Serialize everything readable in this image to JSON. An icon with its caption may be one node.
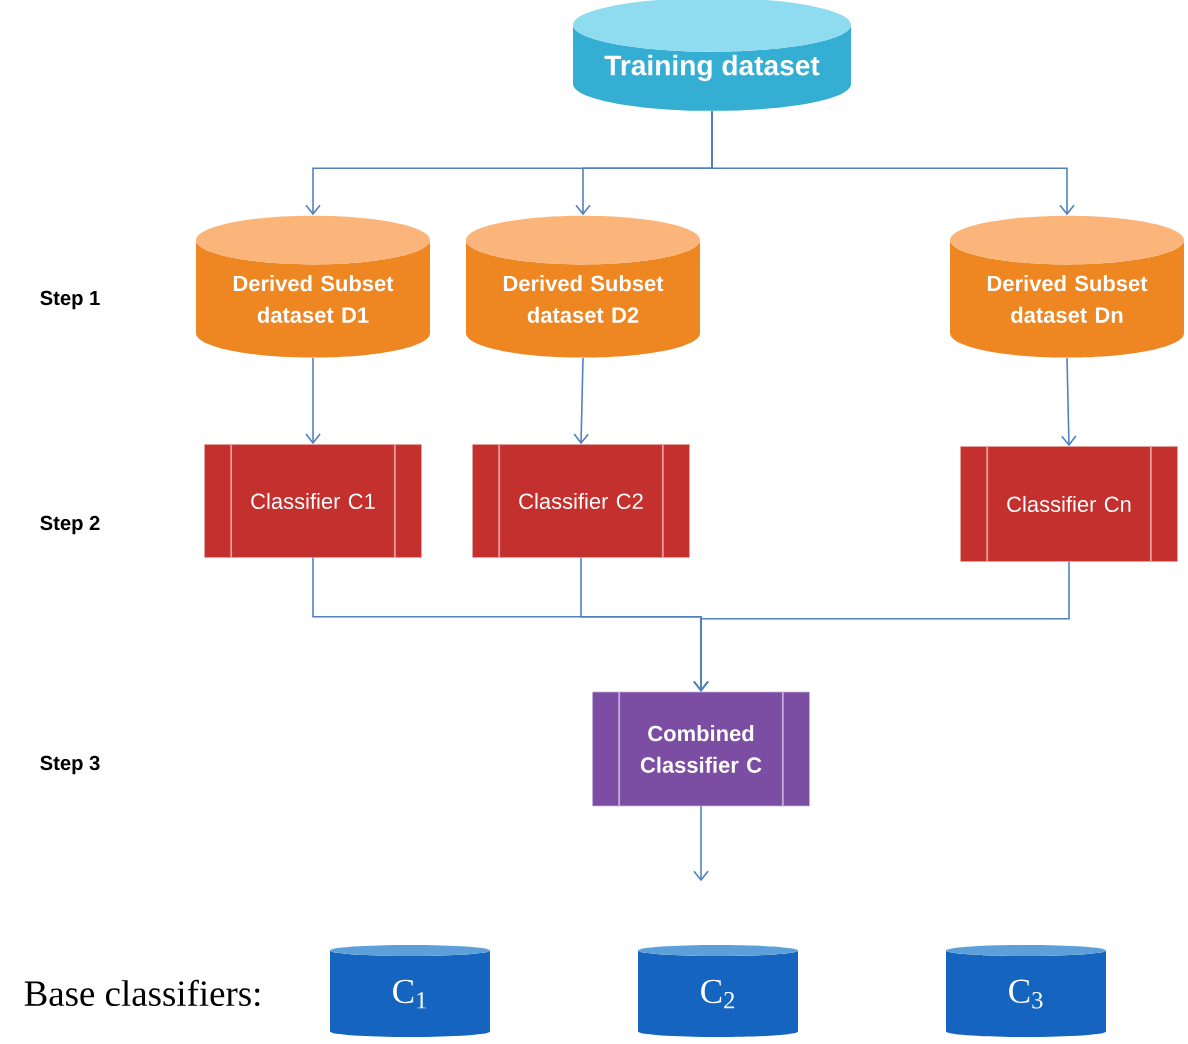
{
  "diagram": {
    "nodes": [
      {
        "text": [
          "Training dataset"
        ]
      },
      {
        "text": [
          "Derived Subset dataset D1"
        ]
      },
      {
        "text": [
          "Derived Subset dataset D2"
        ]
      },
      {
        "text": [
          "Derived Subset dataset Dn"
        ]
      },
      {
        "text": [
          "Classifier C1"
        ]
      },
      {
        "text": [
          "Classifier C2"
        ]
      },
      {
        "text": [
          "Classifier Cn"
        ]
      },
      {
        "text": [
          "Combined Classifier C"
        ]
      },
      {
        "text": [
          "C$_{1}$"
        ]
      },
      {
        "text": [
          "C$_{2}$"
        ]
      },
      {
        "text": [
          "C$_{3}$"
        ]
      }
    ],
    "edges": [
      {
        "from": 0,
        "to": 1,
        "arrow": "to"
      },
      {
        "from": 0,
        "to": 2,
        "arrow": "to"
      },
      {
        "from": 0,
        "to": 3,
        "arrow": "to"
      },
      {
        "from": 1,
        "to": 4,
        "arrow": "to"
      },
      {
        "from": 2,
        "to": 5,
        "arrow": "to"
      },
      {
        "from": 3,
        "to": 6,
        "arrow": "to"
      },
      {
        "from": 4,
        "to": 7,
        "arrow": "to"
      },
      {
        "from": 5,
        "to": 7,
        "arrow": "to"
      },
      {
        "from": 6,
        "to": 7,
        "arrow": "to"
      },
      {
        "from": 7,
        "to": null,
        "arrow": "to"
      }
    ],
    "labels": [
      "Step 1",
      "Step 2",
      "Step 3",
      "Base classifiers:"
    ]
  }
}
